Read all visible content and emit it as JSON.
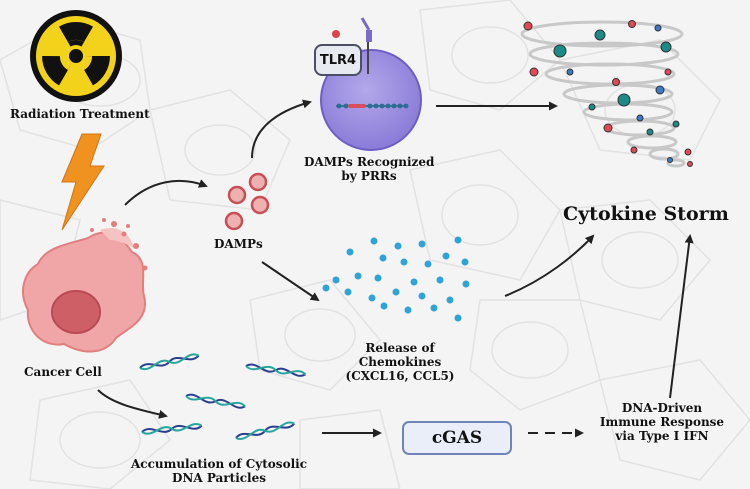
{
  "labels": {
    "radiation": "Radiation Treatment",
    "tlr4": "TLR4",
    "damps_recognized_1": "DAMPs Recognized",
    "damps_recognized_2": "by PRRs",
    "damps": "DAMPs",
    "cytokine_storm": "Cytokine Storm",
    "cancer_cell": "Cancer Cell",
    "release_1": "Release of",
    "release_2": "Chemokines",
    "release_3": "(CXCL16, CCL5)",
    "accum_1": "Accumulation of Cytosolic",
    "accum_2": "DNA Particles",
    "cgas": "cGAS",
    "dna_driven_1": "DNA-Driven",
    "dna_driven_2": "Immune Response",
    "dna_driven_3": "via Type I IFN"
  }
}
